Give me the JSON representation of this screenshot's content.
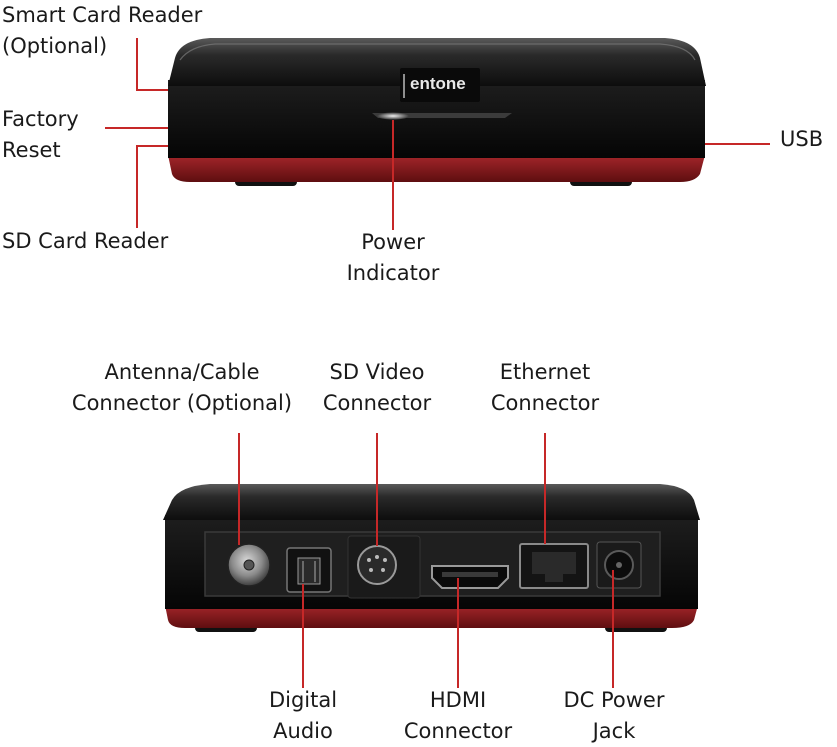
{
  "brand": {
    "logo_text": "entone"
  },
  "front_view": {
    "labels": {
      "smart_card": [
        "Smart Card Reader",
        "(Optional)"
      ],
      "factory_reset": [
        "Factory",
        "Reset"
      ],
      "sd_card": [
        "SD Card Reader"
      ],
      "power": [
        "Power",
        "Indicator"
      ],
      "usb": [
        "USB"
      ]
    }
  },
  "rear_view": {
    "labels": {
      "antenna": [
        "Antenna/Cable",
        "Connector (Optional)"
      ],
      "sd_video": [
        "SD Video",
        "Connector"
      ],
      "ethernet": [
        "Ethernet",
        "Connector"
      ],
      "digital_audio": [
        "Digital",
        "Audio"
      ],
      "hdmi": [
        "HDMI",
        "Connector"
      ],
      "dc_power": [
        "DC Power",
        "Jack"
      ]
    }
  },
  "colors": {
    "leader_line": "#c62828",
    "device_body": "#141414",
    "device_base": "#8e1a1c"
  }
}
